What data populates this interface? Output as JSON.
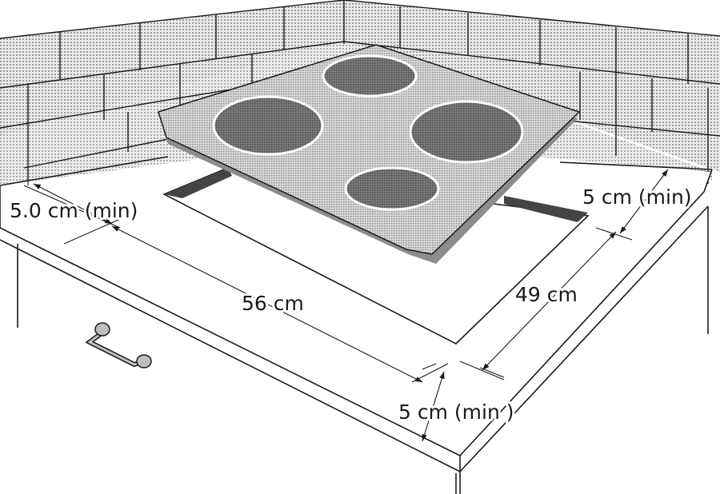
{
  "dimensions": {
    "left_clearance": "5.0 cm (min)",
    "back_clearance": "5 cm (min)",
    "cutout_width": "56 cm",
    "cutout_depth": "49 cm",
    "front_clearance": "5 cm (min )"
  },
  "colors": {
    "line": "#1a1a1a",
    "tile_fill": "#d6d6d6",
    "hob_fill": "#cfcfcf",
    "zone_fill": "#6f6f6f",
    "cutout_dark": "#444444"
  },
  "icons": {
    "drawer_handle": "drawer-handle-icon"
  }
}
